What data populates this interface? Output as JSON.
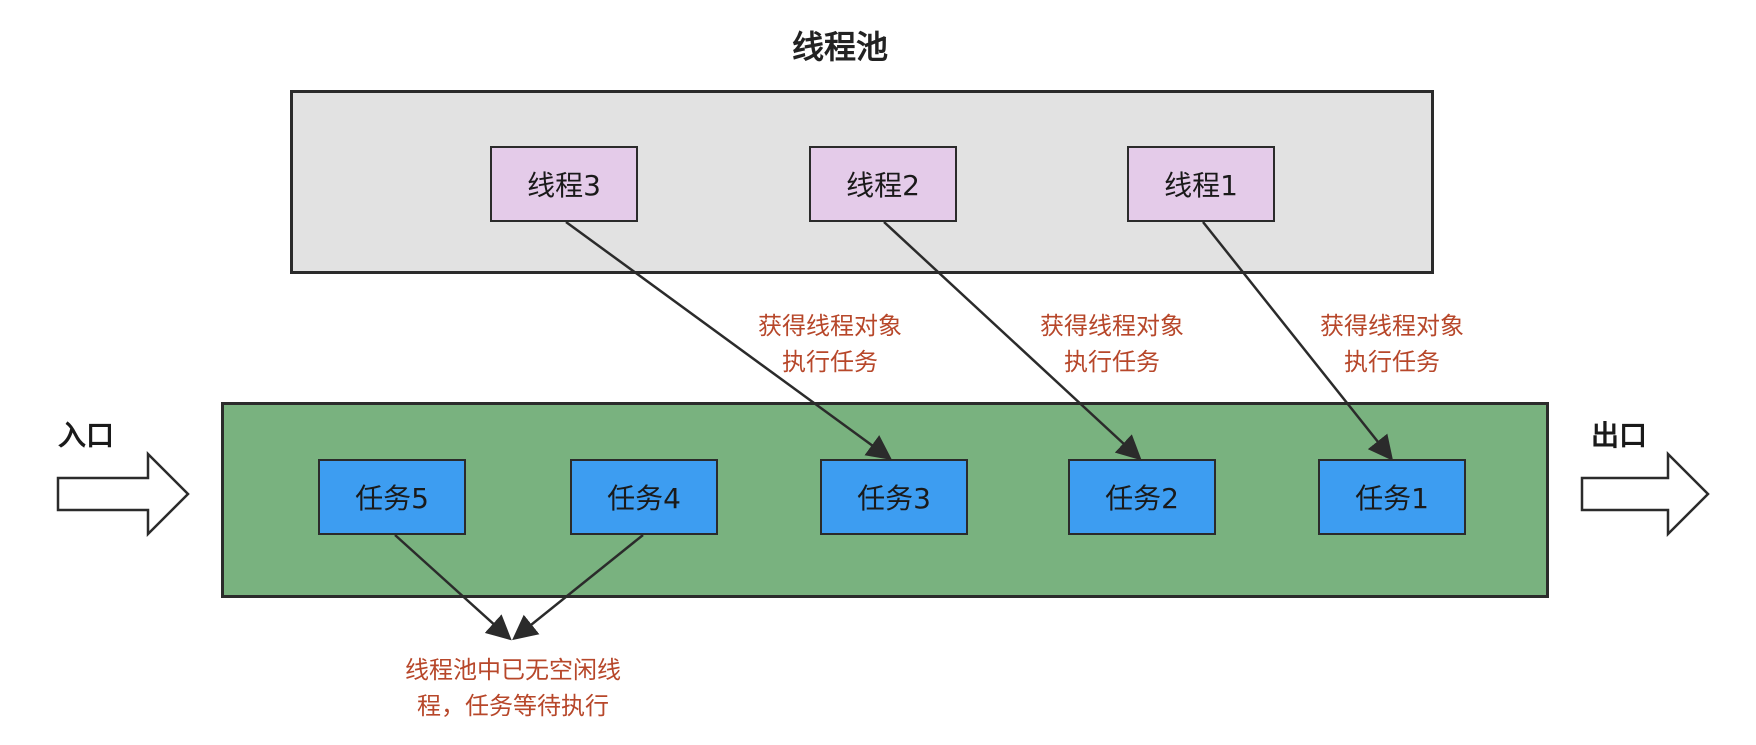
{
  "title": "线程池",
  "threads": [
    {
      "label": "线程3"
    },
    {
      "label": "线程2"
    },
    {
      "label": "线程1"
    }
  ],
  "tasks": [
    {
      "label": "任务5"
    },
    {
      "label": "任务4"
    },
    {
      "label": "任务3"
    },
    {
      "label": "任务2"
    },
    {
      "label": "任务1"
    }
  ],
  "assign_labels": [
    {
      "line1": "获得线程对象",
      "line2": "执行任务"
    },
    {
      "line1": "获得线程对象",
      "line2": "执行任务"
    },
    {
      "line1": "获得线程对象",
      "line2": "执行任务"
    }
  ],
  "waiting_label": {
    "line1": "线程池中已无空闲线",
    "line2": "程，任务等待执行"
  },
  "entry_label": "入口",
  "exit_label": "出口",
  "colors": {
    "pool_fill": "#e2e2e2",
    "queue_fill": "#79b27f",
    "thread_fill": "#e4cbe9",
    "task_fill": "#3d9df1",
    "annotation_text": "#b7472a"
  }
}
